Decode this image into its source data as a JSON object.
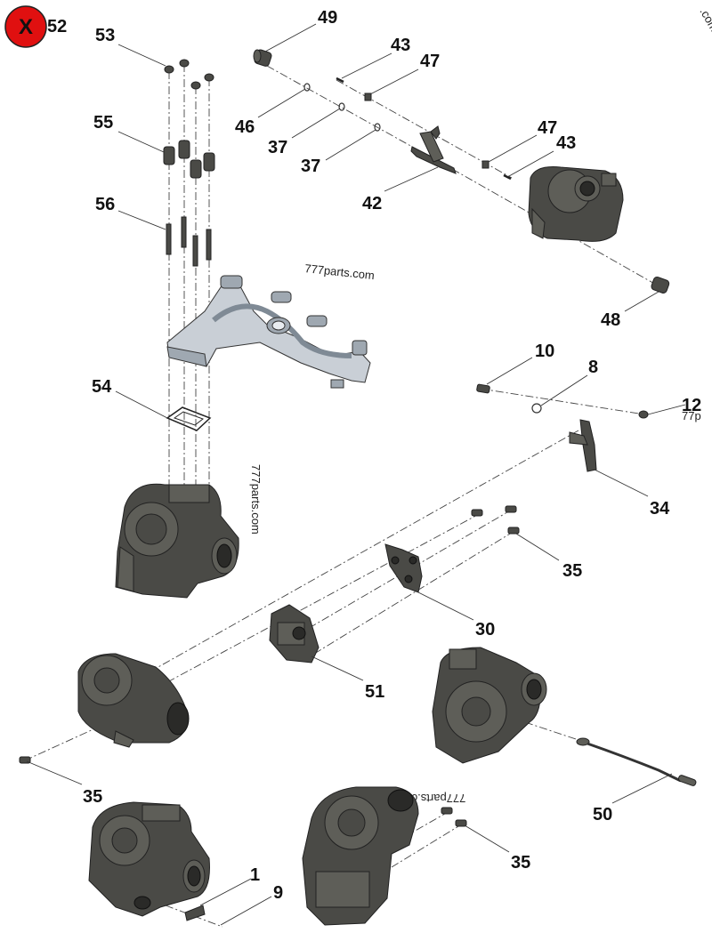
{
  "close_badge": {
    "glyph": "X",
    "color": "#e01010",
    "number": "52",
    "icon": "close-x-icon"
  },
  "watermarks": {
    "main": "777parts.com",
    "vertical": "777parts.com",
    "turbo_rotated": "777parts.com",
    "corner": ".com",
    "edge": "77p"
  },
  "callouts": {
    "c49": "49",
    "c43a": "43",
    "c47a": "47",
    "c46": "46",
    "c37a": "37",
    "c37b": "37",
    "c42": "42",
    "c47b": "47",
    "c43b": "43",
    "c48": "48",
    "c53": "53",
    "c55": "55",
    "c56": "56",
    "c54": "54",
    "c10": "10",
    "c8": "8",
    "c12": "12",
    "c34": "34",
    "c35a": "35",
    "c30": "30",
    "c51": "51",
    "c35b": "35",
    "c50": "50",
    "c35c": "35",
    "c1": "1",
    "c9": "9"
  }
}
